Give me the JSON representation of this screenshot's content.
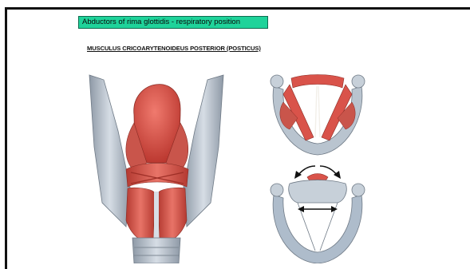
{
  "slide": {
    "title": "Abductors of rima glottidis - respiratory position",
    "subtitle": "MUSCULUS CRICOARYTENOIDEUS POSTERIOR (POSTICUS)"
  },
  "illustrations": [
    {
      "name": "posterior-view-larynx"
    },
    {
      "name": "superior-view-cartilages-muscles"
    },
    {
      "name": "superior-view-abduction-diagram"
    }
  ],
  "colors": {
    "title_bg": "#1fd39a",
    "muscle": "#d9534a",
    "cartilage": "#b9c4cf",
    "frame": "#111111"
  }
}
